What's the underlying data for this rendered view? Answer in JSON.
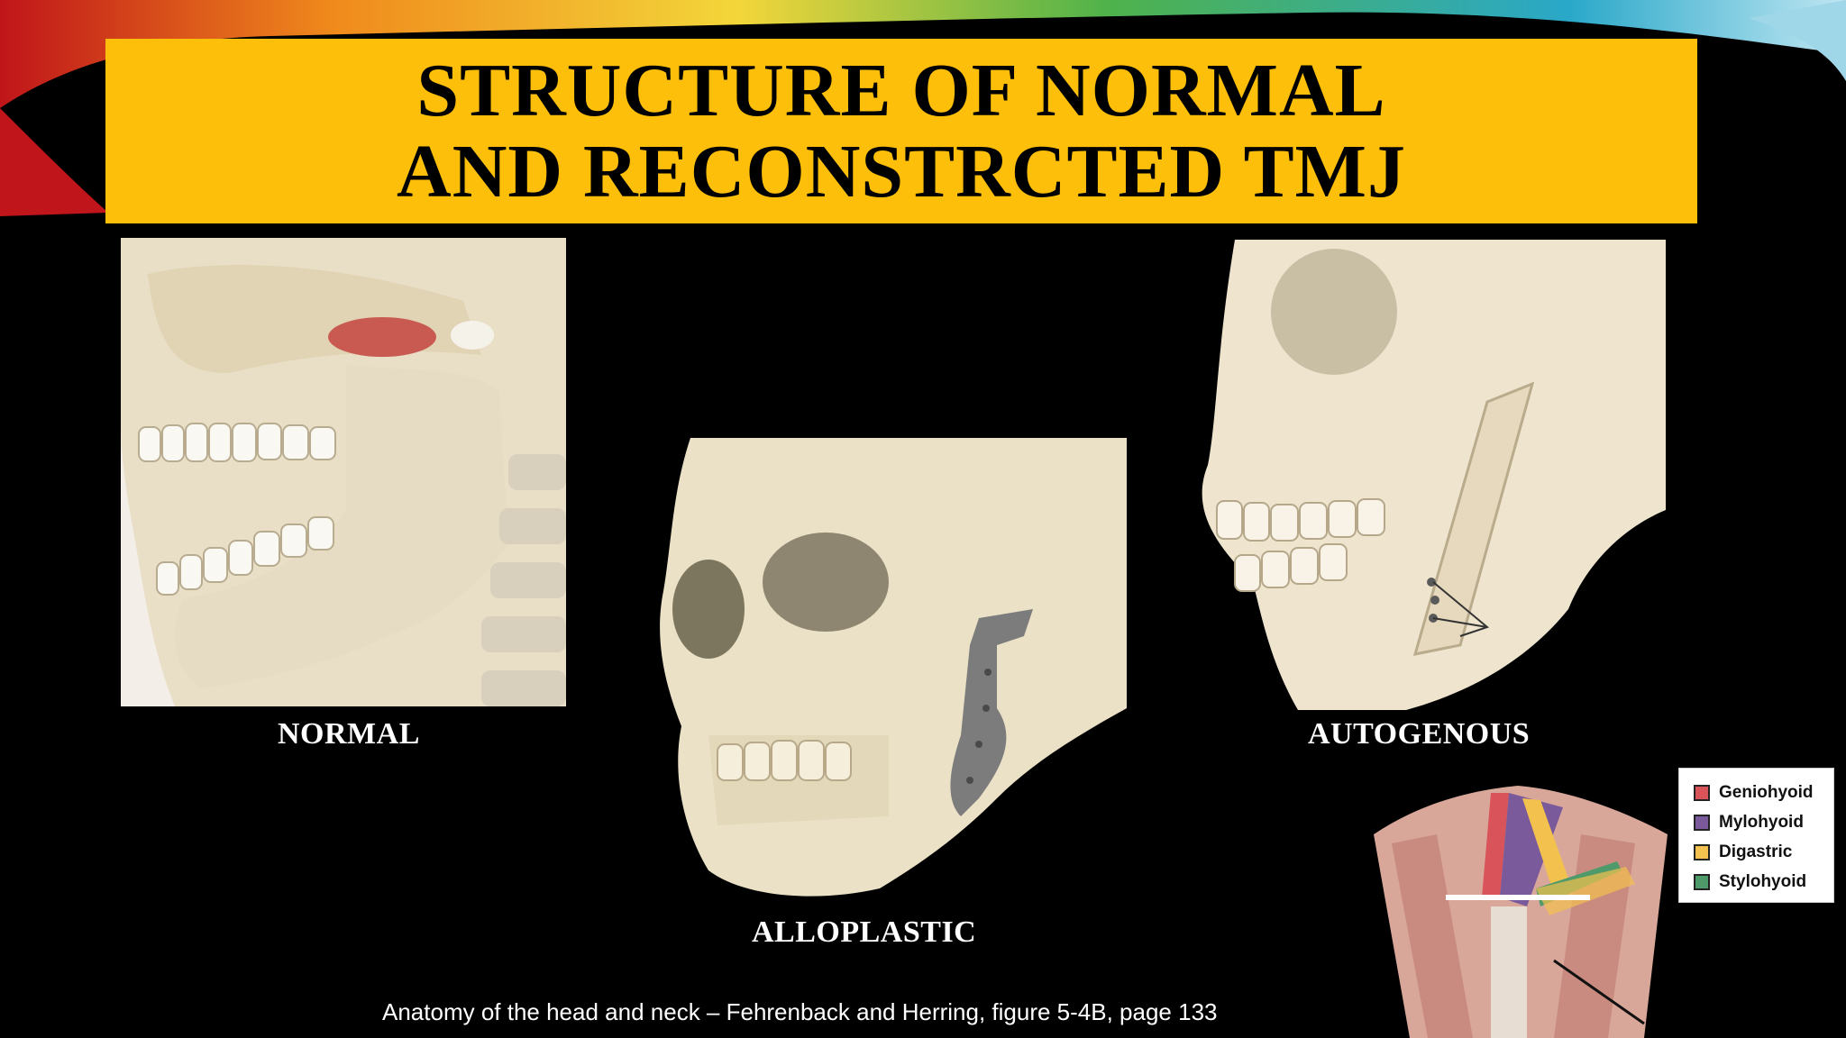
{
  "slide": {
    "title_line1": "STRUCTURE OF NORMAL",
    "title_line2": "AND RECONSTRCTED TMJ",
    "title_bar_color": "#fdbf0a",
    "background_color": "#000000"
  },
  "panels": {
    "normal_label": "NORMAL",
    "alloplastic_label": "ALLOPLASTIC",
    "autogenous_label": "AUTOGENOUS"
  },
  "legend": {
    "items": [
      {
        "label": "Geniohyoid",
        "color": "#d9535a"
      },
      {
        "label": "Mylohyoid",
        "color": "#7a5a9a"
      },
      {
        "label": "Digastric",
        "color": "#f2c14e"
      },
      {
        "label": "Stylohyoid",
        "color": "#4f9a6a"
      }
    ]
  },
  "citation": "Anatomy of the head and neck – Fehrenback and Herring, figure 5-4B, page 133"
}
